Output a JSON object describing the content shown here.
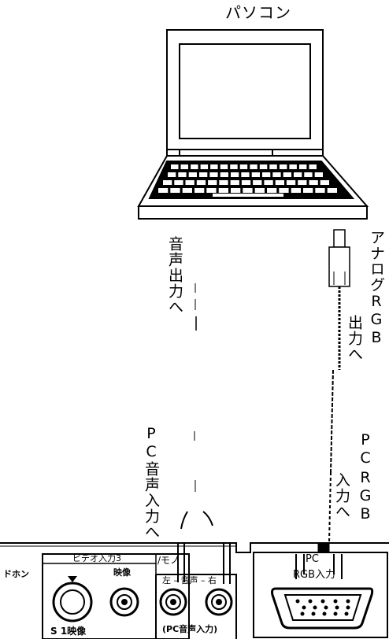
{
  "labels": {
    "pc": "パソコン",
    "audio_out": "音声出力へ",
    "analog_rgb_out_1": "アナログRGB",
    "analog_rgb_out_2": "出力へ",
    "pc_audio_in_1": "PC",
    "pc_audio_in_2": "音声入力へ",
    "pc_rgb_in_1": "PC",
    "pc_rgb_in_2": "RGB",
    "pc_rgb_in_3": "入力へ"
  },
  "panel": {
    "headphone": "ドホン",
    "video_input_3": "ビデオ入力3",
    "s1_video": "S 1映像",
    "video": "映像",
    "mono": "/モノ",
    "left_audio_right": "左 – 音声 – 右",
    "pc_audio_input": "(PC音声入力)",
    "pc_top": "PC",
    "rgb_input": "RGB入力"
  }
}
